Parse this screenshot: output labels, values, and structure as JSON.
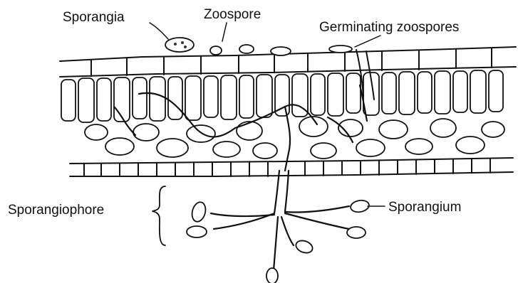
{
  "labels": {
    "sporangia": "Sporangia",
    "zoospore": "Zoospore",
    "germinating_zoospores": "Germinating zoospores",
    "sporangiophore": "Sporangiophore",
    "sporangium": "Sporangium"
  },
  "colors": {
    "ink": "#111111",
    "background": "#ffffff"
  }
}
